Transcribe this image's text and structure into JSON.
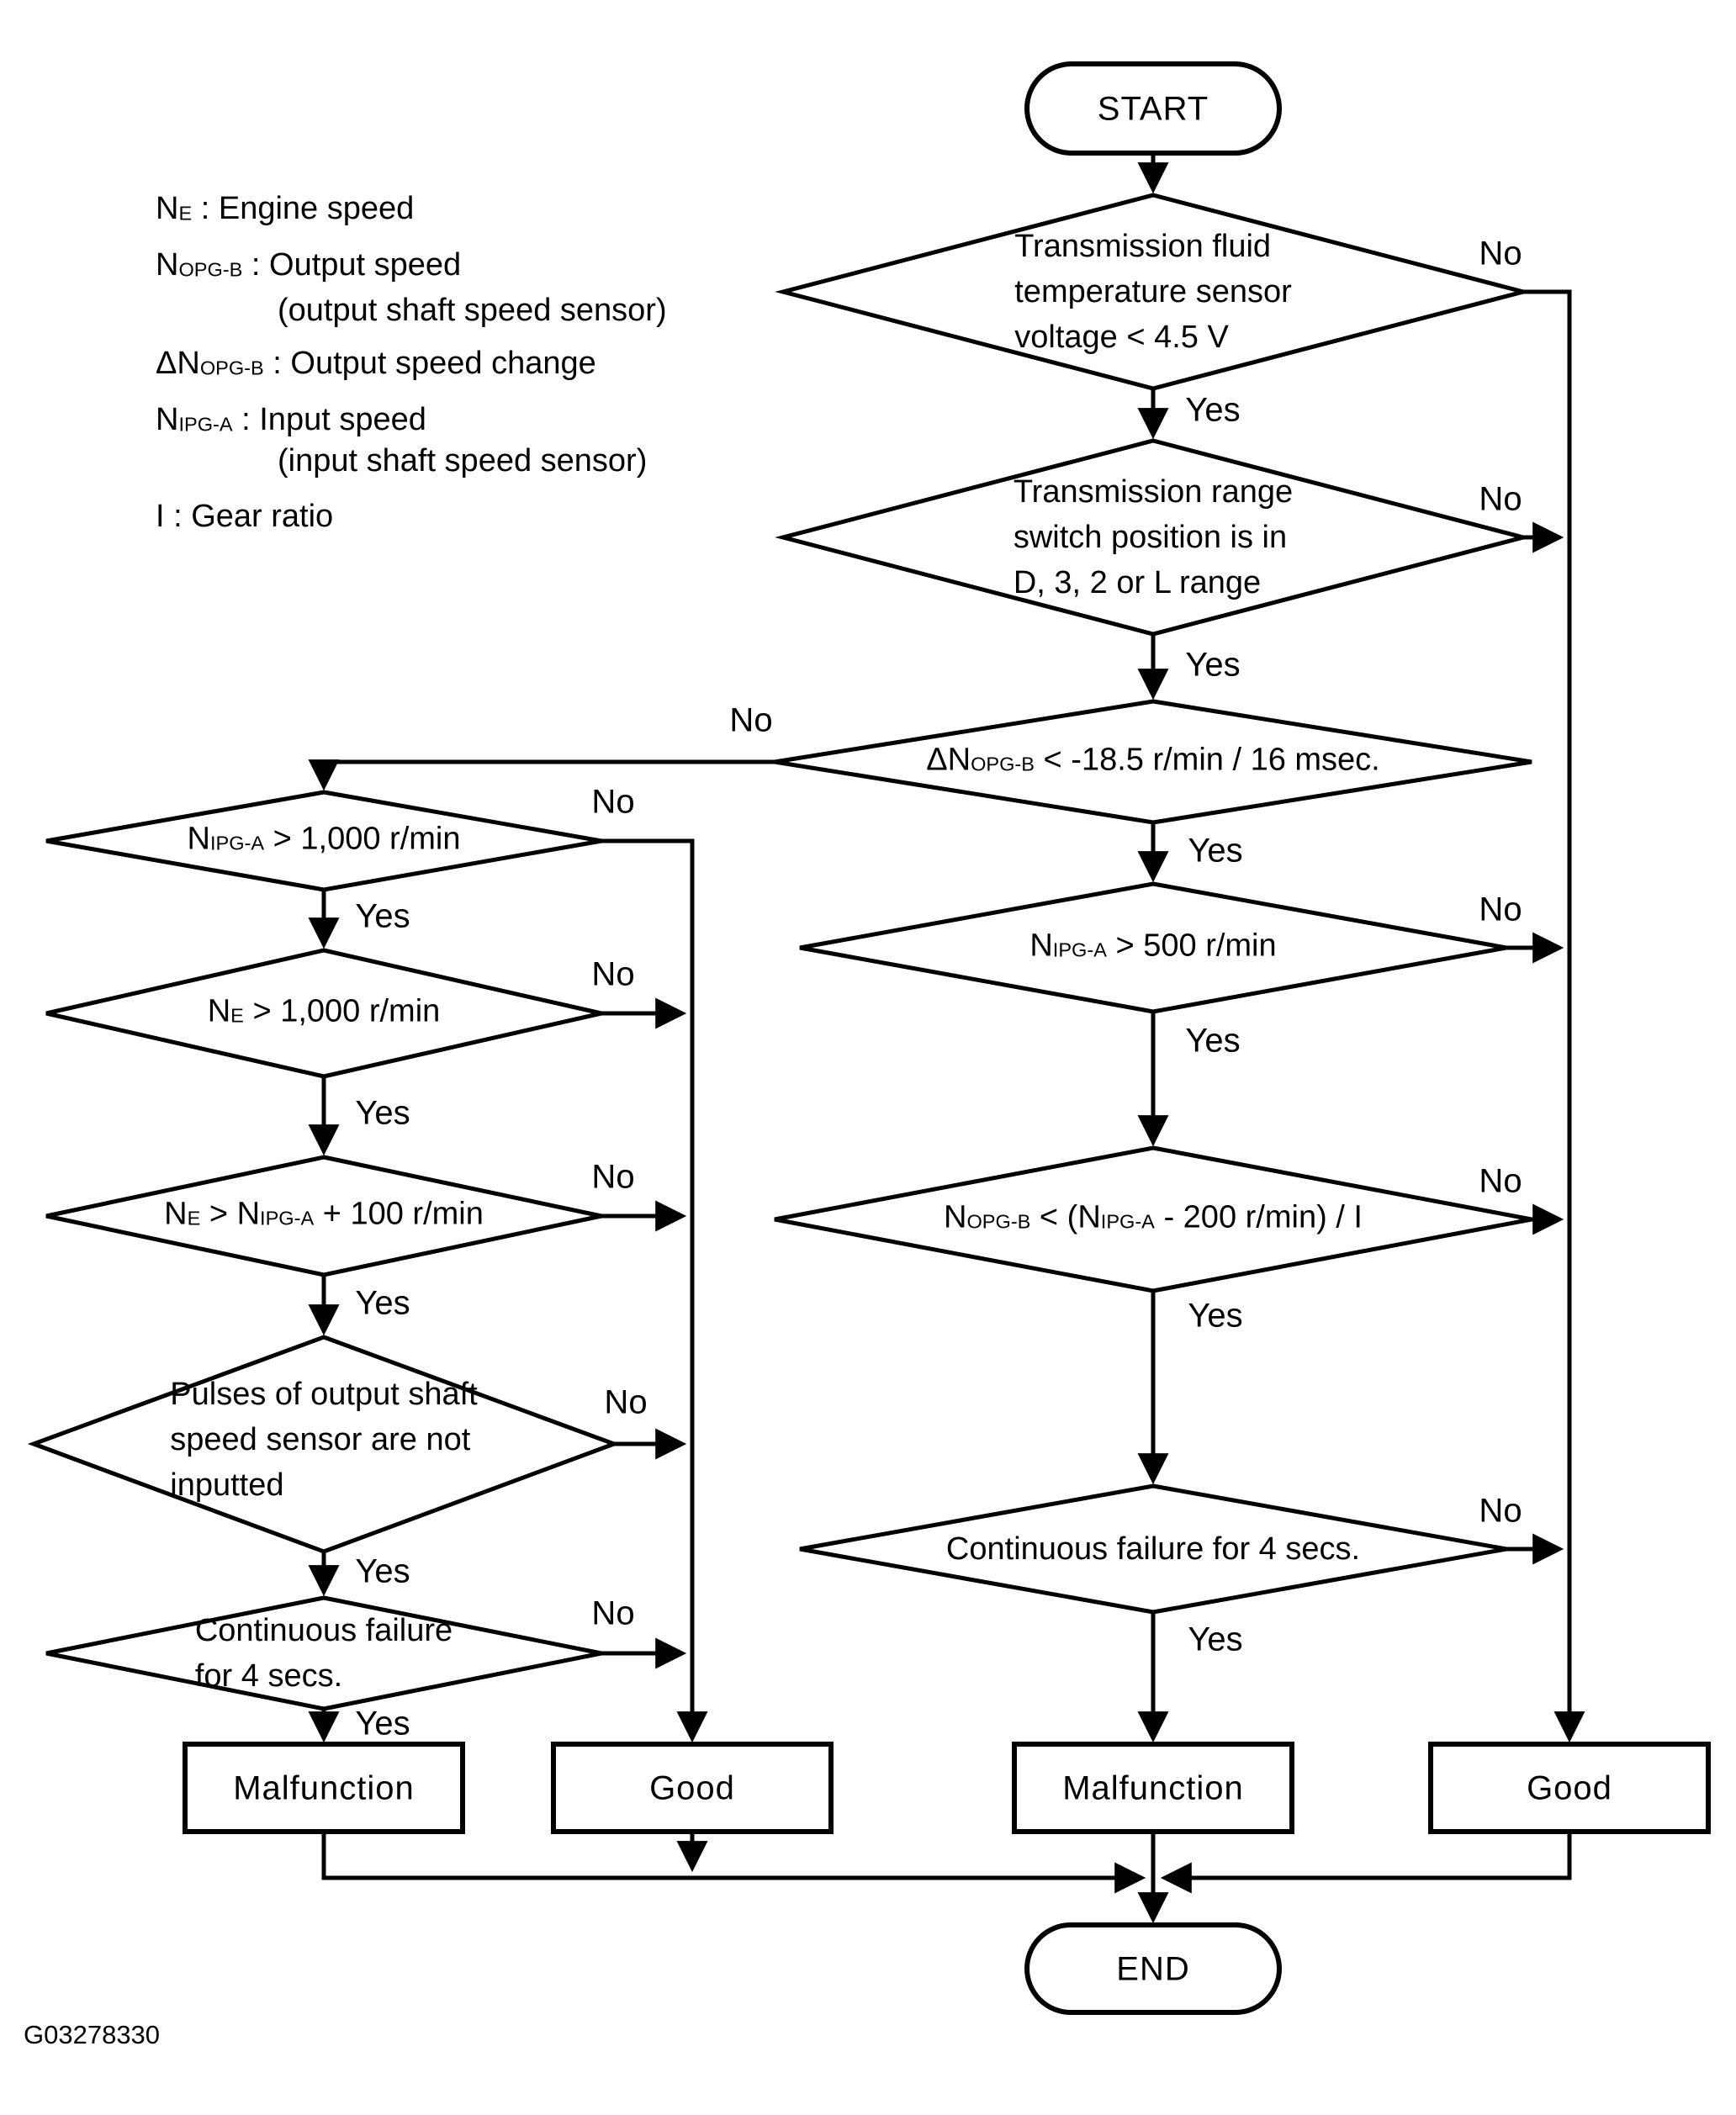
{
  "colors": {
    "ink": "#000000",
    "background": "#ffffff"
  },
  "labels": {
    "yes": "Yes",
    "no": "No"
  },
  "terminals": {
    "start": "START",
    "end": "END"
  },
  "results": {
    "malfunction": "Malfunction",
    "good": "Good"
  },
  "figure_code": "G03278330",
  "legend": {
    "items": [
      {
        "pre": "N",
        "sub": "E",
        "post": " : Engine speed"
      },
      {
        "pre": "N",
        "sub": "OPG-B",
        "post": " : Output speed"
      },
      {
        "pre": "",
        "sub": "",
        "post": "(output shaft speed sensor)"
      },
      {
        "pre": "ΔN",
        "sub": "OPG-B",
        "post": " : Output speed change"
      },
      {
        "pre": "N",
        "sub": "IPG-A",
        "post": " : Input speed"
      },
      {
        "pre": "",
        "sub": "",
        "post": "(input shaft speed sensor)"
      },
      {
        "pre": "I",
        "sub": "",
        "post": " : Gear ratio"
      }
    ]
  },
  "nodes": {
    "fluid_temp": {
      "text": "Transmission fluid\ntemperature sensor\nvoltage < 4.5 V"
    },
    "range_switch": {
      "text": "Transmission range\nswitch position is in\nD, 3, 2 or L range"
    },
    "output_speed_change": {
      "segments": [
        {
          "t": "ΔN",
          "s": "OPG-B"
        },
        {
          "t": " < -18.5 r/min / 16 msec.",
          "s": ""
        }
      ]
    },
    "input_speed_500": {
      "segments": [
        {
          "t": "N",
          "s": "IPG-A"
        },
        {
          "t": " > 500 r/min",
          "s": ""
        }
      ]
    },
    "output_vs_input": {
      "segments": [
        {
          "t": "N",
          "s": "OPG-B"
        },
        {
          "t": " < (N",
          "s": "IPG-A"
        },
        {
          "t": " - 200 r/min) / I",
          "s": ""
        }
      ]
    },
    "cont_fail_right": {
      "text": "Continuous failure for 4 secs."
    },
    "input_speed_1000": {
      "segments": [
        {
          "t": "N",
          "s": "IPG-A"
        },
        {
          "t": " > 1,000 r/min",
          "s": ""
        }
      ]
    },
    "engine_speed_1000": {
      "segments": [
        {
          "t": "N",
          "s": "E"
        },
        {
          "t": " > 1,000 r/min",
          "s": ""
        }
      ]
    },
    "engine_vs_input": {
      "segments": [
        {
          "t": "N",
          "s": "E"
        },
        {
          "t": " > N",
          "s": "IPG-A"
        },
        {
          "t": " + 100 r/min",
          "s": ""
        }
      ]
    },
    "pulses": {
      "text": "Pulses of output shaft\nspeed sensor are not\ninputted"
    },
    "cont_fail_left": {
      "text": "Continuous failure\nfor 4 secs."
    }
  }
}
